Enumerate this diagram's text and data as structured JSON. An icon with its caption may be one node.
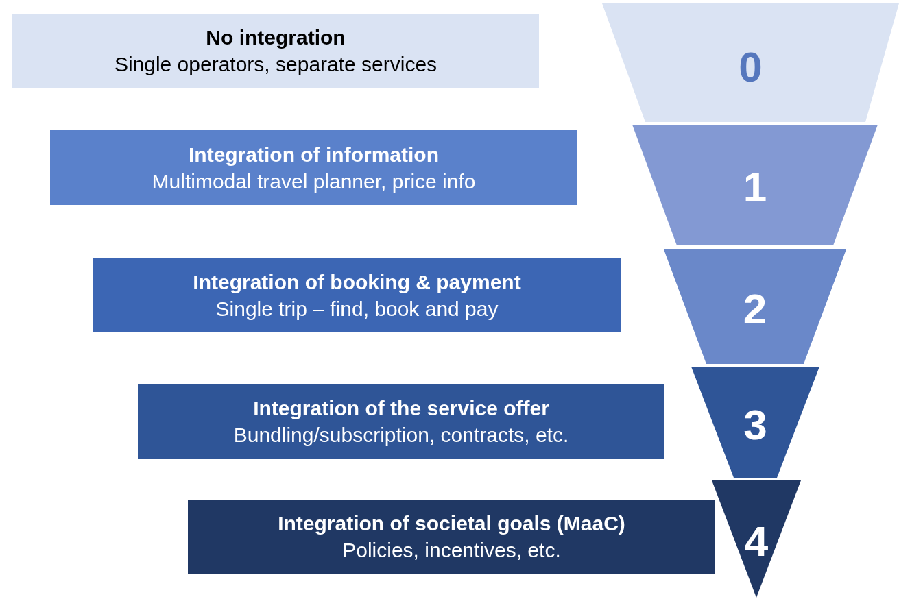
{
  "diagram": {
    "nodes": [
      {
        "text": [
          "No integration",
          "Single operators, separate services"
        ]
      },
      {
        "text": [
          "0"
        ]
      },
      {
        "text": [
          "Integration of information",
          "Multimodal travel planner, price info"
        ]
      },
      {
        "text": [
          "1"
        ]
      },
      {
        "text": [
          "Integration of booking & payment",
          "Single trip – find, book and pay"
        ]
      },
      {
        "text": [
          "2"
        ]
      },
      {
        "text": [
          "Integration of the service offer",
          "Bundling/subscription, contracts, etc."
        ]
      },
      {
        "text": [
          "3"
        ]
      },
      {
        "text": [
          "Integration of societal goals (MaaC)",
          "Policies, incentives, etc."
        ]
      },
      {
        "text": [
          "4"
        ]
      }
    ]
  }
}
